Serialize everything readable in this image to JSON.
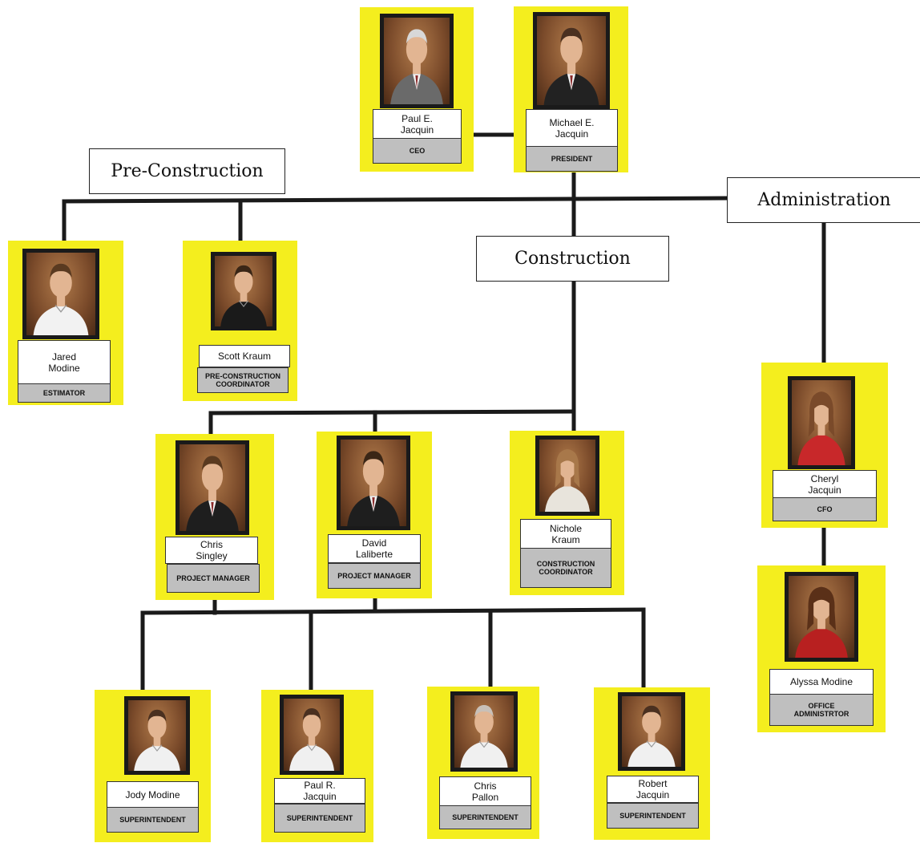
{
  "departments": {
    "pre_construction": "Pre-Construction",
    "construction": "Construction",
    "administration": "Administration"
  },
  "people": {
    "ceo": {
      "name": "Paul E.\nJacquin",
      "title": "CEO",
      "photo": "suit-photo-icon"
    },
    "president": {
      "name": "Michael E.\nJacquin",
      "title": "PRESIDENT",
      "photo": "suit-photo-icon"
    },
    "estimator": {
      "name": "Jared\nModine",
      "title": "ESTIMATOR",
      "photo": "white-shirt-photo-icon"
    },
    "preconstruction_coordinator": {
      "name": "Scott Kraum",
      "title": "PRE-CONSTRUCTION\nCOORDINATOR",
      "photo": "dark-shirt-photo-icon"
    },
    "pm_chris": {
      "name": "Chris\nSingley",
      "title": "PROJECT MANAGER",
      "photo": "suit-photo-icon"
    },
    "pm_david": {
      "name": "David\nLaliberte",
      "title": "PROJECT MANAGER",
      "photo": "suit-photo-icon"
    },
    "construction_coordinator": {
      "name": "Nichole\nKraum",
      "title": "CONSTRUCTION\nCOORDINATOR",
      "photo": "woman-photo-icon"
    },
    "cfo": {
      "name": "Cheryl\nJacquin",
      "title": "CFO",
      "photo": "woman-red-photo-icon"
    },
    "office_admin": {
      "name": "Alyssa Modine",
      "title": "OFFICE\nADMINISTRTOR",
      "photo": "woman-red-photo-icon"
    },
    "super_jody": {
      "name": "Jody Modine",
      "title": "SUPERINTENDENT",
      "photo": "white-shirt-photo-icon"
    },
    "super_paul": {
      "name": "Paul R.\nJacquin",
      "title": "SUPERINTENDENT",
      "photo": "white-shirt-photo-icon"
    },
    "super_chris": {
      "name": "Chris\nPallon",
      "title": "SUPERINTENDENT",
      "photo": "white-shirt-photo-icon"
    },
    "super_robert": {
      "name": "Robert\nJacquin",
      "title": "SUPERINTENDENT",
      "photo": "white-shirt-photo-icon"
    }
  },
  "colors": {
    "card_background": "#f4ee1e",
    "title_background": "#bfbfbf",
    "connector": "#1a1a1a"
  }
}
